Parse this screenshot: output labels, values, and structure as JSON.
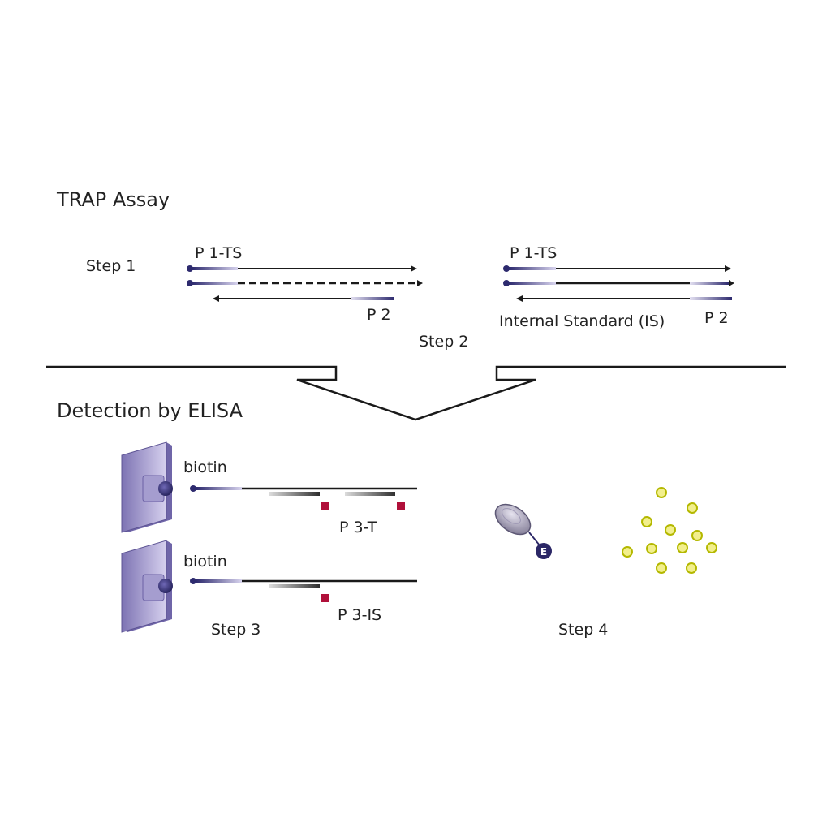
{
  "trap_assay": {
    "heading": "TRAP Assay",
    "step1_label": "Step 1",
    "step2_label": "Step 2",
    "primer_p1ts_label": "P 1-TS",
    "primer_p2_label": "P 2",
    "internal_standard_label": "Internal Standard (IS)"
  },
  "detection": {
    "heading": "Detection by ELISA",
    "biotin_label": "biotin",
    "probe_target_label": "P 3-T",
    "probe_is_label": "P 3-IS",
    "step3_label": "Step 3",
    "step4_label": "Step 4"
  },
  "colors": {
    "strand": "#1a1a1a",
    "primer_dark": "#2d2a6e",
    "primer_mid": "#8c86c4",
    "probe_gray": "#555555",
    "label_mark": "#b0103a",
    "plate_light": "#c9c2e6",
    "plate_dark": "#7d73b3",
    "streptavidin": "#2b2766",
    "antibody": "#8f89a8",
    "enzyme": "#2b2766",
    "product_fill": "#f2ef8c",
    "product_stroke": "#b4b800",
    "divider": "#1a1a1a"
  },
  "icons": {
    "plate": "microplate-well-icon",
    "antibody_enzyme": "antibody-enzyme-conjugate-icon",
    "product": "substrate-product-dot-icon"
  },
  "enzyme_letter": "E"
}
